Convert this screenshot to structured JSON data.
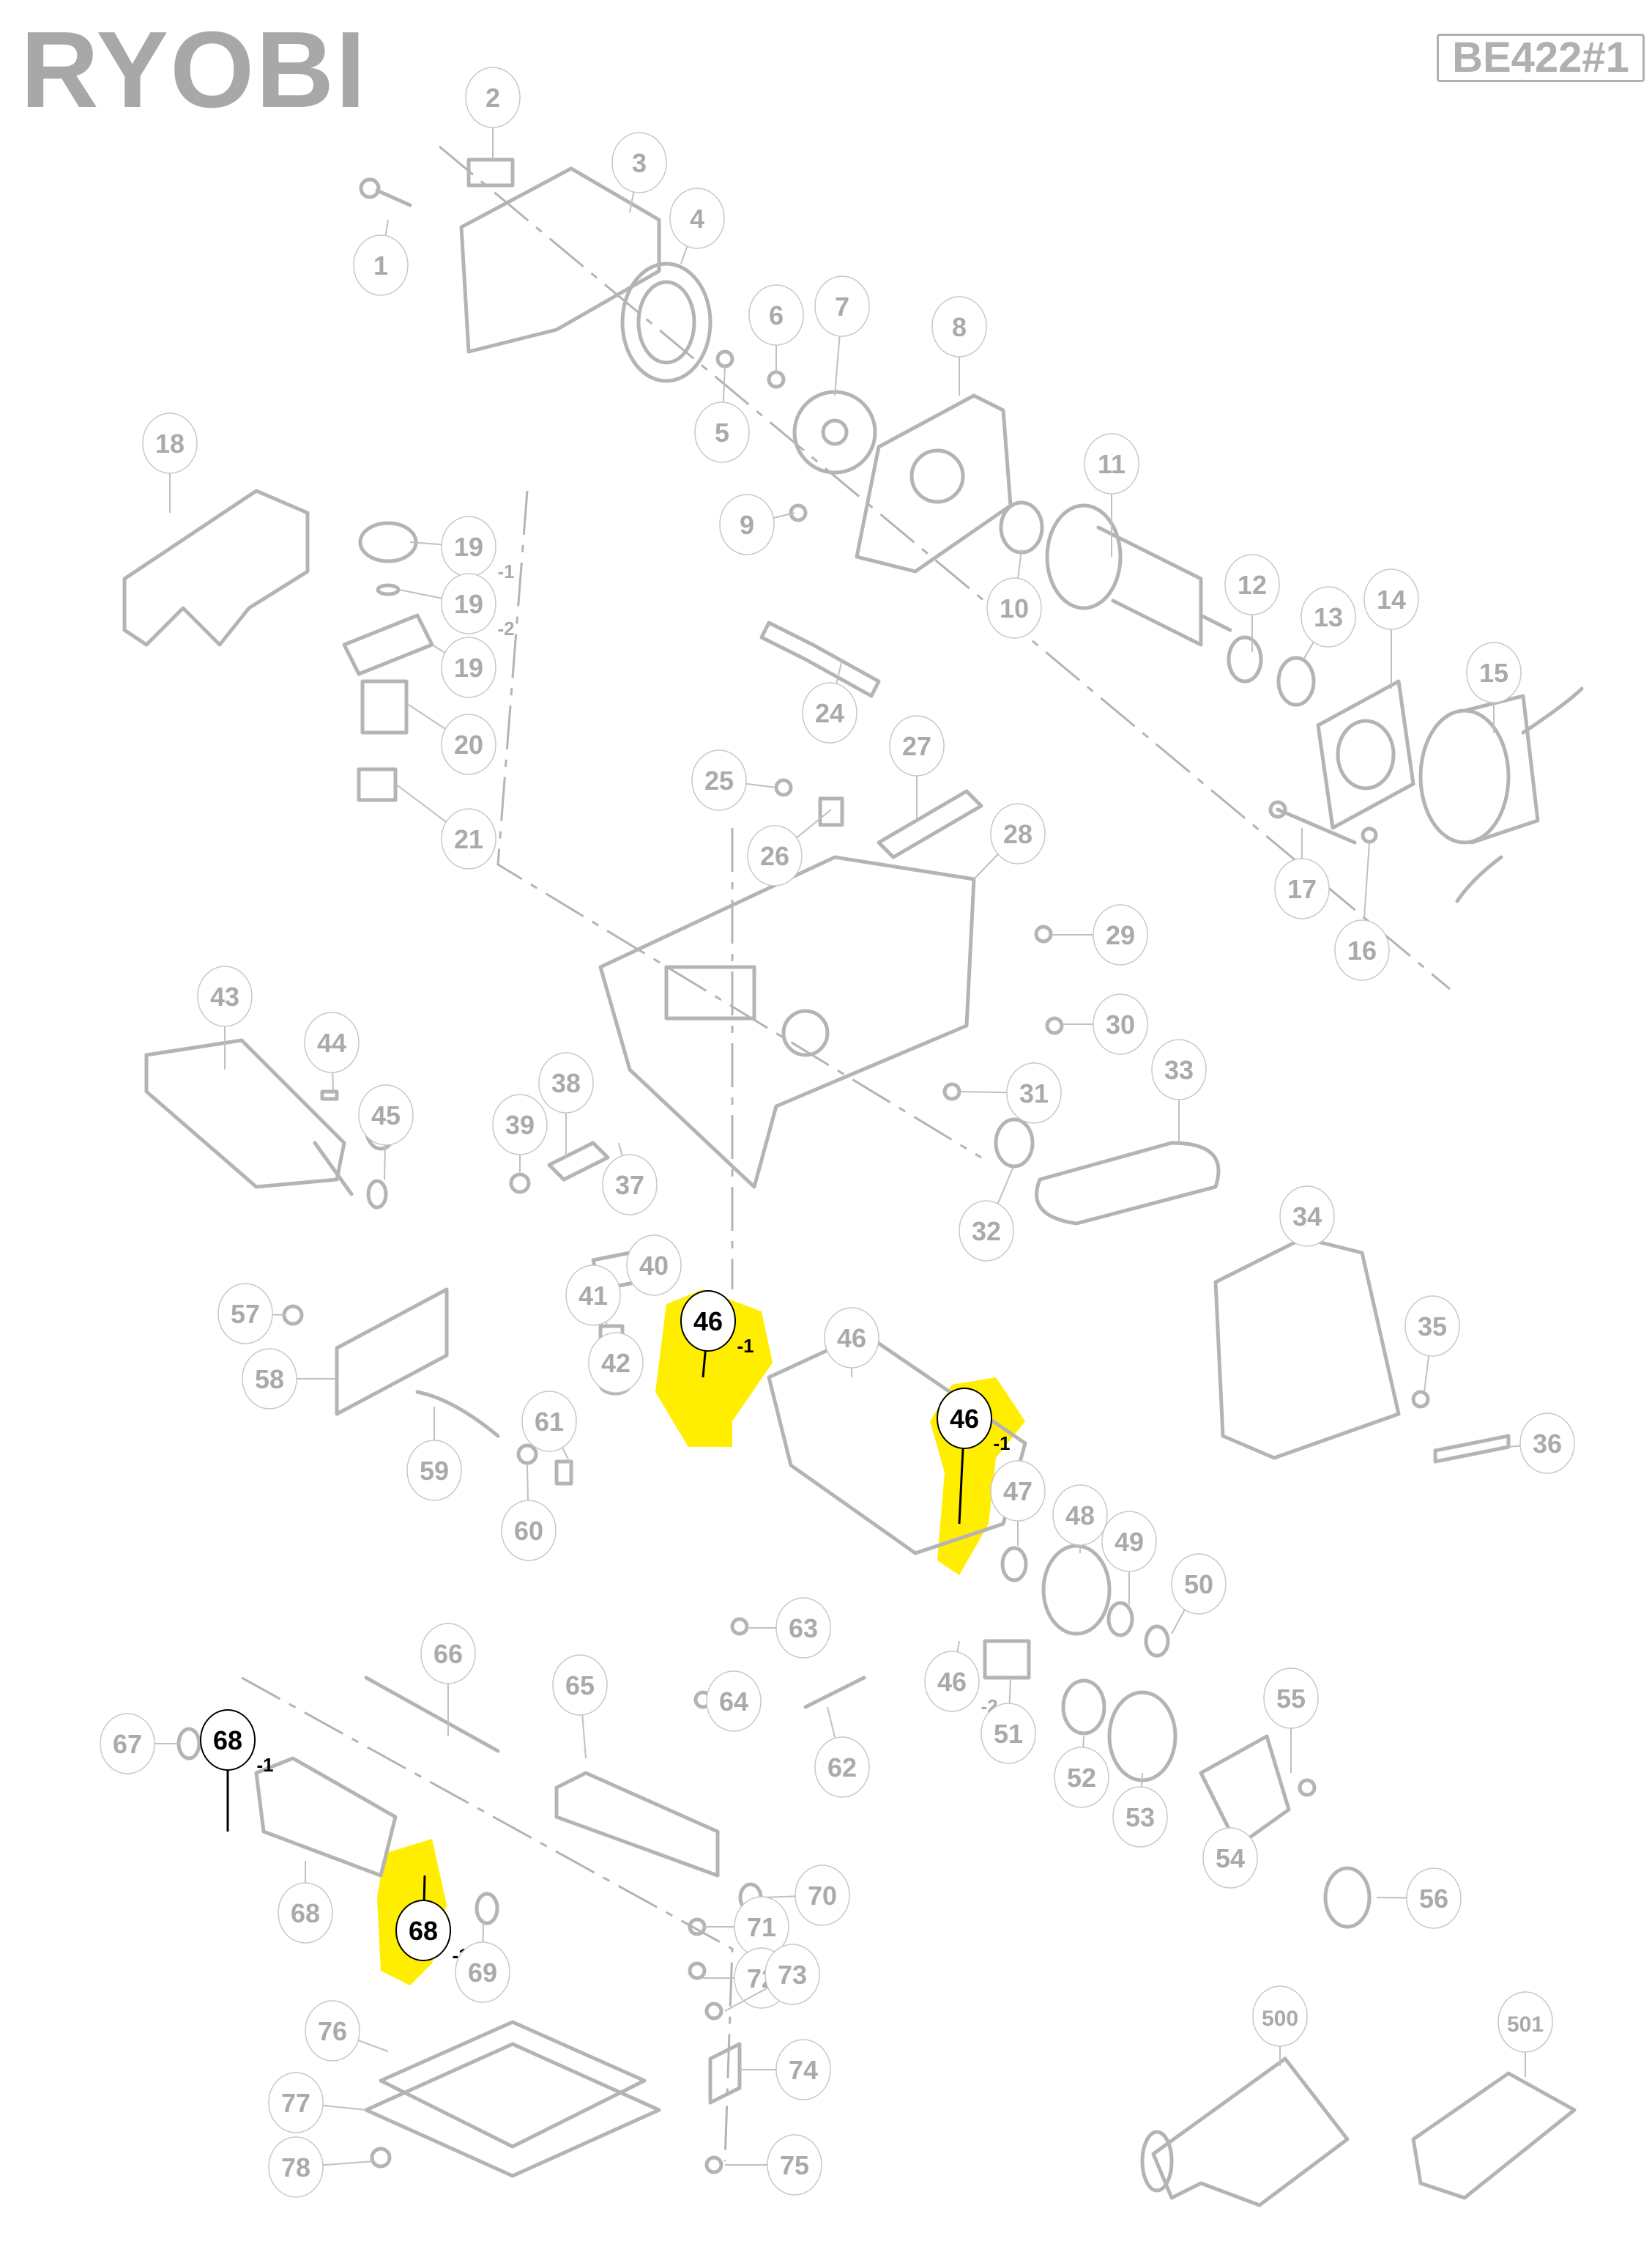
{
  "header": {
    "brand": "RYOBI",
    "model_code": "BE422#1"
  },
  "colors": {
    "part_line": "#b4b4b4",
    "callout_line": "#c0c0c0",
    "callout_text": "#aaaaaa",
    "highlight": "#ffee00",
    "highlight_text": "#000000"
  },
  "callouts": [
    {
      "id": "1",
      "suffix": "",
      "highlight": false
    },
    {
      "id": "2",
      "suffix": "",
      "highlight": false
    },
    {
      "id": "3",
      "suffix": "",
      "highlight": false
    },
    {
      "id": "4",
      "suffix": "",
      "highlight": false
    },
    {
      "id": "5",
      "suffix": "",
      "highlight": false
    },
    {
      "id": "6",
      "suffix": "",
      "highlight": false
    },
    {
      "id": "7",
      "suffix": "",
      "highlight": false
    },
    {
      "id": "8",
      "suffix": "",
      "highlight": false
    },
    {
      "id": "9",
      "suffix": "",
      "highlight": false
    },
    {
      "id": "10",
      "suffix": "",
      "highlight": false
    },
    {
      "id": "11",
      "suffix": "",
      "highlight": false
    },
    {
      "id": "12",
      "suffix": "",
      "highlight": false
    },
    {
      "id": "13",
      "suffix": "",
      "highlight": false
    },
    {
      "id": "14",
      "suffix": "",
      "highlight": false
    },
    {
      "id": "15",
      "suffix": "",
      "highlight": false
    },
    {
      "id": "16",
      "suffix": "",
      "highlight": false
    },
    {
      "id": "17",
      "suffix": "",
      "highlight": false
    },
    {
      "id": "18",
      "suffix": "",
      "highlight": false
    },
    {
      "id": "19",
      "suffix": "-1",
      "highlight": false
    },
    {
      "id": "19",
      "suffix": "-2",
      "highlight": false
    },
    {
      "id": "19",
      "suffix": "",
      "highlight": false
    },
    {
      "id": "20",
      "suffix": "",
      "highlight": false
    },
    {
      "id": "21",
      "suffix": "",
      "highlight": false
    },
    {
      "id": "24",
      "suffix": "",
      "highlight": false
    },
    {
      "id": "25",
      "suffix": "",
      "highlight": false
    },
    {
      "id": "26",
      "suffix": "",
      "highlight": false
    },
    {
      "id": "27",
      "suffix": "",
      "highlight": false
    },
    {
      "id": "28",
      "suffix": "",
      "highlight": false
    },
    {
      "id": "29",
      "suffix": "",
      "highlight": false
    },
    {
      "id": "30",
      "suffix": "",
      "highlight": false
    },
    {
      "id": "31",
      "suffix": "",
      "highlight": false
    },
    {
      "id": "32",
      "suffix": "",
      "highlight": false
    },
    {
      "id": "33",
      "suffix": "",
      "highlight": false
    },
    {
      "id": "34",
      "suffix": "",
      "highlight": false
    },
    {
      "id": "35",
      "suffix": "",
      "highlight": false
    },
    {
      "id": "36",
      "suffix": "",
      "highlight": false
    },
    {
      "id": "37",
      "suffix": "",
      "highlight": false
    },
    {
      "id": "38",
      "suffix": "",
      "highlight": false
    },
    {
      "id": "39",
      "suffix": "",
      "highlight": false
    },
    {
      "id": "40",
      "suffix": "",
      "highlight": false
    },
    {
      "id": "41",
      "suffix": "",
      "highlight": false
    },
    {
      "id": "42",
      "suffix": "",
      "highlight": false
    },
    {
      "id": "43",
      "suffix": "",
      "highlight": false
    },
    {
      "id": "44",
      "suffix": "",
      "highlight": false
    },
    {
      "id": "45",
      "suffix": "",
      "highlight": false
    },
    {
      "id": "46",
      "suffix": "-1",
      "highlight": true
    },
    {
      "id": "46",
      "suffix": "",
      "highlight": false
    },
    {
      "id": "46",
      "suffix": "-1",
      "highlight": true
    },
    {
      "id": "46",
      "suffix": "-2",
      "highlight": false
    },
    {
      "id": "47",
      "suffix": "",
      "highlight": false
    },
    {
      "id": "48",
      "suffix": "",
      "highlight": false
    },
    {
      "id": "49",
      "suffix": "",
      "highlight": false
    },
    {
      "id": "50",
      "suffix": "",
      "highlight": false
    },
    {
      "id": "51",
      "suffix": "",
      "highlight": false
    },
    {
      "id": "52",
      "suffix": "",
      "highlight": false
    },
    {
      "id": "53",
      "suffix": "",
      "highlight": false
    },
    {
      "id": "54",
      "suffix": "",
      "highlight": false
    },
    {
      "id": "55",
      "suffix": "",
      "highlight": false
    },
    {
      "id": "56",
      "suffix": "",
      "highlight": false
    },
    {
      "id": "57",
      "suffix": "",
      "highlight": false
    },
    {
      "id": "58",
      "suffix": "",
      "highlight": false
    },
    {
      "id": "59",
      "suffix": "",
      "highlight": false
    },
    {
      "id": "60",
      "suffix": "",
      "highlight": false
    },
    {
      "id": "61",
      "suffix": "",
      "highlight": false
    },
    {
      "id": "62",
      "suffix": "",
      "highlight": false
    },
    {
      "id": "63",
      "suffix": "",
      "highlight": false
    },
    {
      "id": "64",
      "suffix": "",
      "highlight": false
    },
    {
      "id": "65",
      "suffix": "",
      "highlight": false
    },
    {
      "id": "66",
      "suffix": "",
      "highlight": false
    },
    {
      "id": "67",
      "suffix": "",
      "highlight": false
    },
    {
      "id": "68",
      "suffix": "-1",
      "highlight": true
    },
    {
      "id": "68",
      "suffix": "",
      "highlight": false
    },
    {
      "id": "68",
      "suffix": "-1",
      "highlight": true
    },
    {
      "id": "69",
      "suffix": "",
      "highlight": false
    },
    {
      "id": "70",
      "suffix": "",
      "highlight": false
    },
    {
      "id": "71",
      "suffix": "",
      "highlight": false
    },
    {
      "id": "72",
      "suffix": "",
      "highlight": false
    },
    {
      "id": "73",
      "suffix": "",
      "highlight": false
    },
    {
      "id": "74",
      "suffix": "",
      "highlight": false
    },
    {
      "id": "75",
      "suffix": "",
      "highlight": false
    },
    {
      "id": "76",
      "suffix": "",
      "highlight": false
    },
    {
      "id": "77",
      "suffix": "",
      "highlight": false
    },
    {
      "id": "78",
      "suffix": "",
      "highlight": false
    },
    {
      "id": "500",
      "suffix": "",
      "highlight": false
    },
    {
      "id": "501",
      "suffix": "",
      "highlight": false
    }
  ]
}
